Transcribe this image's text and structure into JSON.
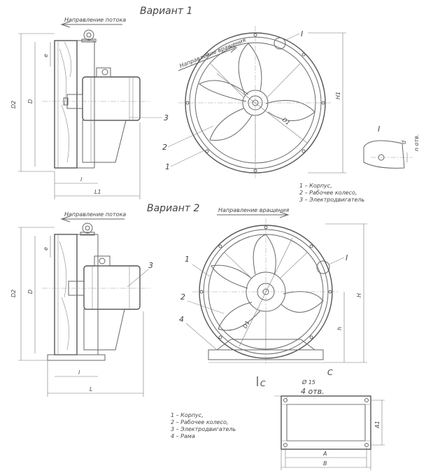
{
  "variant1": {
    "title": "Вариант 1",
    "flow_direction": "Направление потока",
    "rotation_direction": "Направление вращения",
    "dims": {
      "e": "e",
      "D": "D",
      "D2": "D2",
      "l": "l",
      "L1": "L1",
      "H1": "H1",
      "D1": "D1"
    },
    "callouts": [
      "1",
      "2",
      "3"
    ],
    "detail_label": "I",
    "detail_dims": {
      "d": "d",
      "n": "n отв."
    },
    "legend": [
      "1 – Корпус,",
      "2 – Рабочее колесо,",
      "3 – Электродвигатель"
    ]
  },
  "variant2": {
    "title": "Вариант 2",
    "flow_direction": "Направление потока",
    "rotation_direction": "Направление вращения",
    "dims": {
      "e": "e",
      "D": "D",
      "D2": "D2",
      "l": "l",
      "L": "L",
      "H": "H",
      "h": "h",
      "D1": "D1"
    },
    "callouts": [
      "1",
      "2",
      "3",
      "4"
    ],
    "detail_label": "I",
    "section_label": "C",
    "hole_dim": "Ø 15",
    "hole_count": "4 отв.",
    "frame_dims": {
      "A1": "A1",
      "A": "A",
      "B": "B"
    },
    "legend": [
      "1 – Корпус,",
      "2 – Рабочее колесо,",
      "3 – Электродвигатель",
      "4 – Рама"
    ]
  }
}
